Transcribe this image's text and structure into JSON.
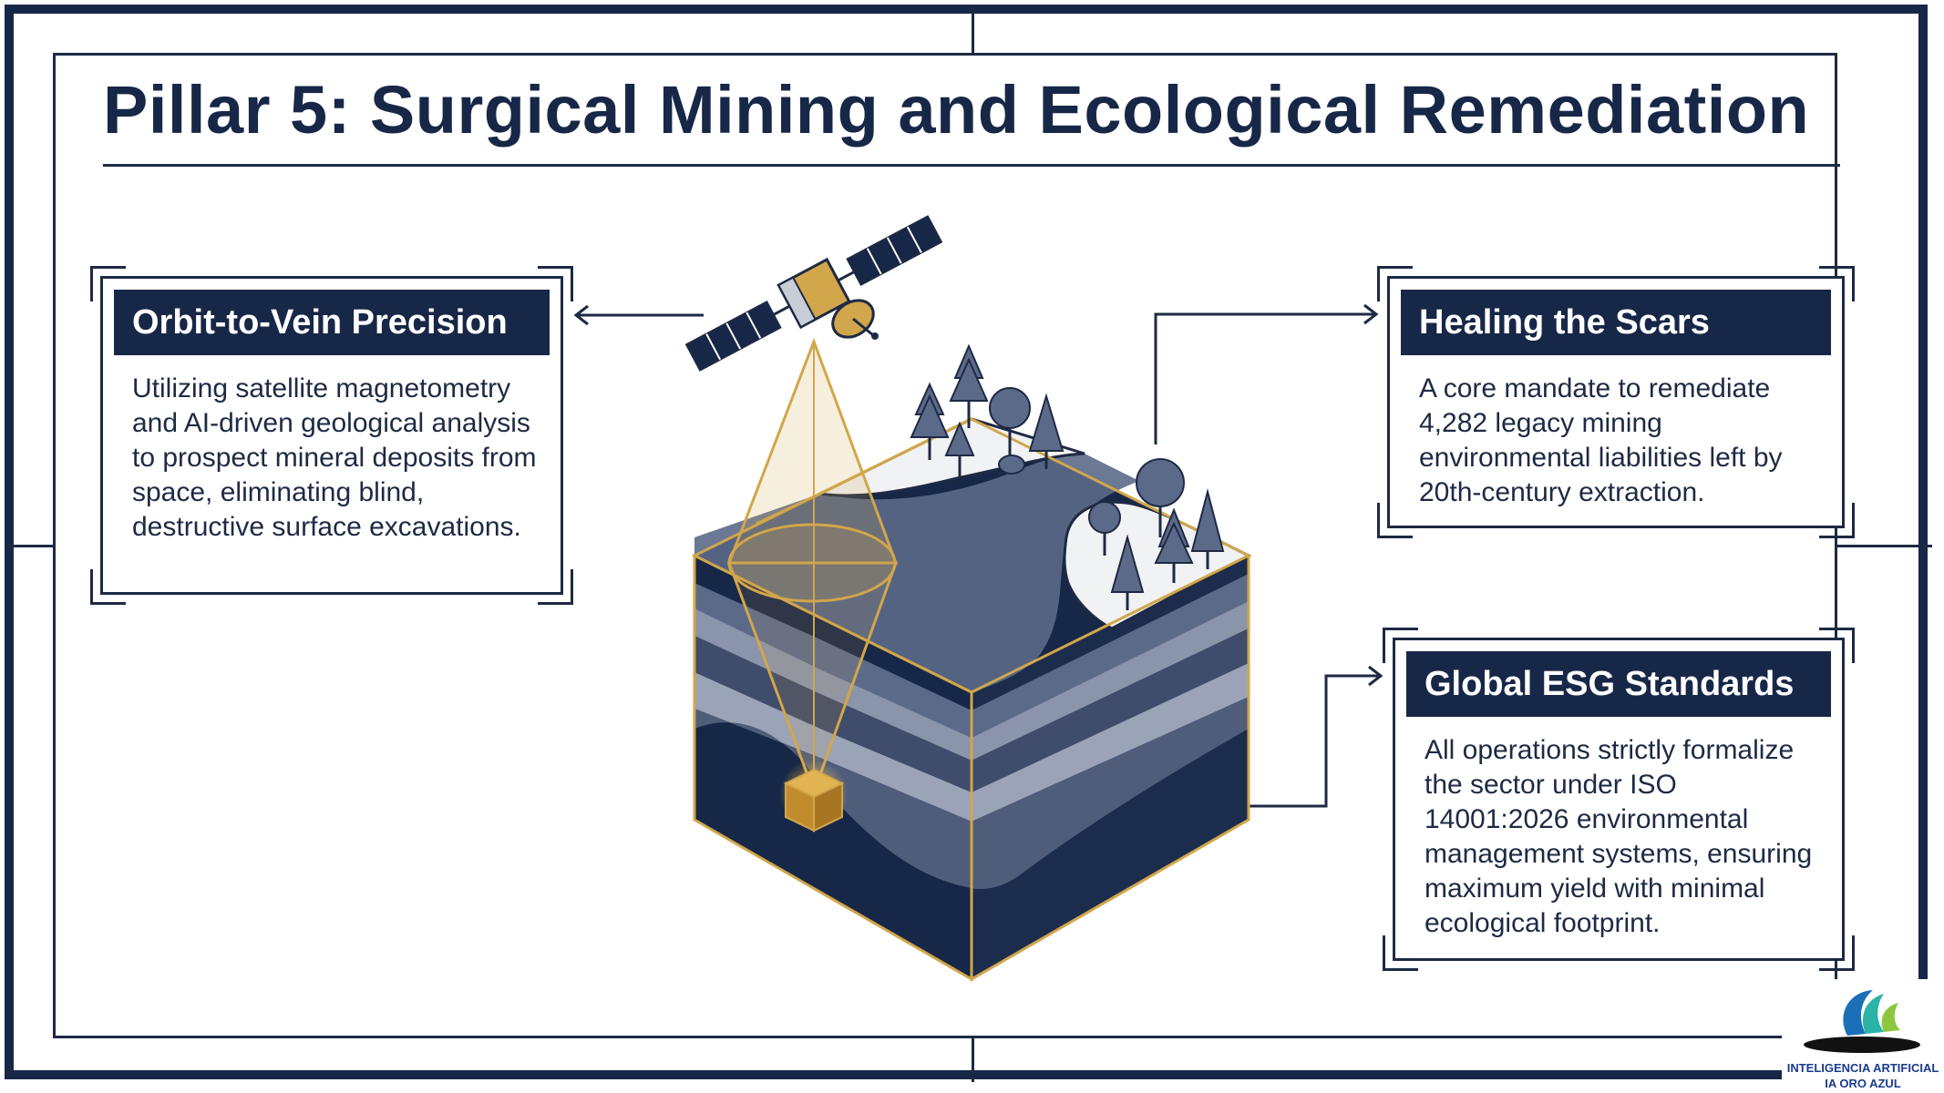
{
  "title": "Pillar 5: Surgical Mining and Ecological Remediation",
  "cards": {
    "orbit": {
      "heading": "Orbit-to-Vein Precision",
      "body": "Utilizing satellite magnetometry and AI-driven geological analysis to prospect mineral deposits from space, eliminating blind, destructive surface excavations."
    },
    "healing": {
      "heading": "Healing the Scars",
      "body": "A core mandate to remediate 4,282 legacy mining environmental liabilities left by 20th-century extraction."
    },
    "esg": {
      "heading": "Global ESG Standards",
      "body": "All operations strictly formalize the sector under ISO 14001:2026 environmental management systems, ensuring maximum yield with minimal ecological footprint."
    }
  },
  "logo": {
    "line1": "INTELIGENCIA ARTIFICIAL",
    "line2": "IA ORO AZUL"
  },
  "colors": {
    "navy": "#172747",
    "gold": "#d2a64a",
    "slate": "#5c6a8a",
    "snow": "#f1f2f4"
  },
  "icons": [
    "satellite-icon",
    "tree-icon",
    "ore-cube-icon",
    "logo-swirl-icon"
  ]
}
